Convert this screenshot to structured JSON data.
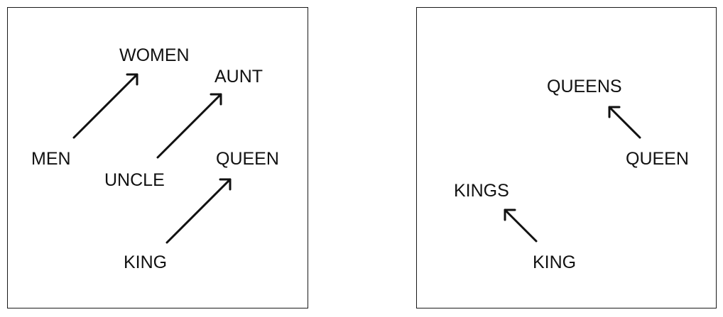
{
  "text_color": "#111111",
  "border_color": "#1a1a1a",
  "left_panel": {
    "words": {
      "men": "MEN",
      "women": "WOMEN",
      "uncle": "UNCLE",
      "aunt": "AUNT",
      "king": "KING",
      "queen": "QUEEN"
    },
    "relations": [
      {
        "from": "MEN",
        "to": "WOMEN"
      },
      {
        "from": "UNCLE",
        "to": "AUNT"
      },
      {
        "from": "KING",
        "to": "QUEEN"
      }
    ]
  },
  "right_panel": {
    "words": {
      "queens": "QUEENS",
      "queen": "QUEEN",
      "kings": "KINGS",
      "king": "KING"
    },
    "relations": [
      {
        "from": "QUEEN",
        "to": "QUEENS"
      },
      {
        "from": "KING",
        "to": "KINGS"
      }
    ]
  }
}
